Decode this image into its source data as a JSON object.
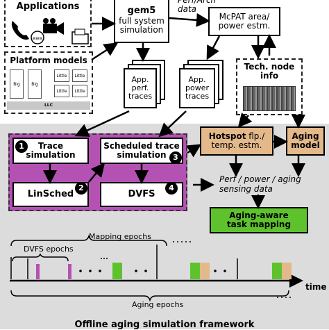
{
  "applications": {
    "title": "Applications"
  },
  "platform_models": {
    "title": "Platform models",
    "cores": [
      "Big",
      "Big",
      "Little",
      "Little",
      "Little",
      "Little"
    ],
    "llc": "LLC"
  },
  "gem5": {
    "title": "gem5",
    "subtitle": "full system simulation"
  },
  "perf_arch_label": "Perf/Arch\ndata",
  "mcpat": {
    "label": "McPAT area/\npower estm."
  },
  "app_perf_traces": "App.\nperf.\ntraces",
  "app_power_traces": "App.\npower\ntraces",
  "tech_node": {
    "label": "Tech. node\ninfo"
  },
  "trace_sim": {
    "label": "Trace\nsimulation",
    "badge": "1"
  },
  "scheduled_trace_sim": {
    "label": "Scheduled trace\nsimulation",
    "badge": "3"
  },
  "linsched": {
    "label": "LinSched",
    "badge": "2"
  },
  "dvfs": {
    "label": "DVFS",
    "badge": "4"
  },
  "hotspot": {
    "label": "Hotspot flp./\ntemp. estm."
  },
  "aging_model": {
    "label": "Aging\nmodel"
  },
  "sensing_data": "Perf / power / aging\nsensing data",
  "aging_aware": {
    "label": "Aging-aware\ntask mapping"
  },
  "timeline": {
    "mapping_epochs": "Mapping epochs",
    "dvfs_epochs": "DVFS epochs",
    "aging_epochs": "Aging epochs",
    "time": "time"
  },
  "footer": "Offline aging simulation framework",
  "colors": {
    "offline_bg": "#dcdcdc",
    "purple": "#b452b4",
    "orange": "#e3b88a",
    "green": "#5ec22d",
    "dvfs_marker": "#b452b4"
  }
}
